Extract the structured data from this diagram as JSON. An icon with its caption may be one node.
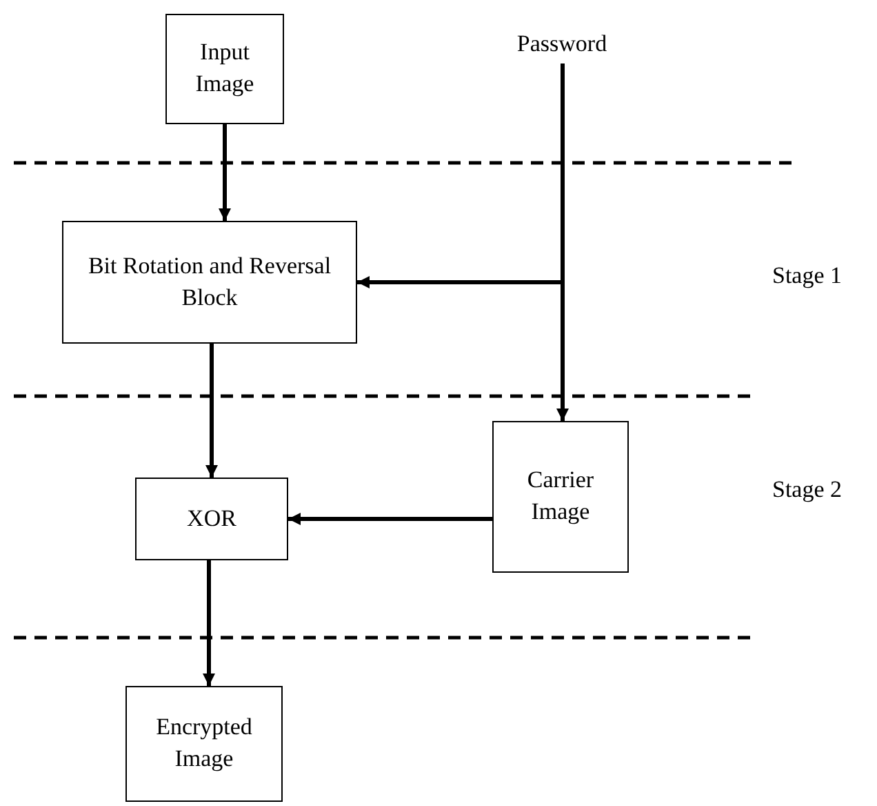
{
  "diagram": {
    "nodes": [
      {
        "text": [
          "Input Image"
        ]
      },
      {
        "text": [
          "Password"
        ]
      },
      {
        "text": [
          "Bit Rotation and Reversal Block"
        ]
      },
      {
        "text": [
          "XOR"
        ]
      },
      {
        "text": [
          "Carrier Image"
        ]
      },
      {
        "text": [
          "Encrypted Image"
        ]
      }
    ],
    "edges": [
      {
        "from": 0,
        "to": 2,
        "arrow": "to"
      },
      {
        "from": 1,
        "to": 2,
        "arrow": "to"
      },
      {
        "from": 1,
        "to": 4,
        "arrow": "to"
      },
      {
        "from": 2,
        "to": 3,
        "arrow": "to"
      },
      {
        "from": 4,
        "to": 3,
        "arrow": "to"
      },
      {
        "from": 3,
        "to": 5,
        "arrow": "to"
      }
    ],
    "labels": [
      "Stage 1",
      "Stage 2"
    ]
  }
}
